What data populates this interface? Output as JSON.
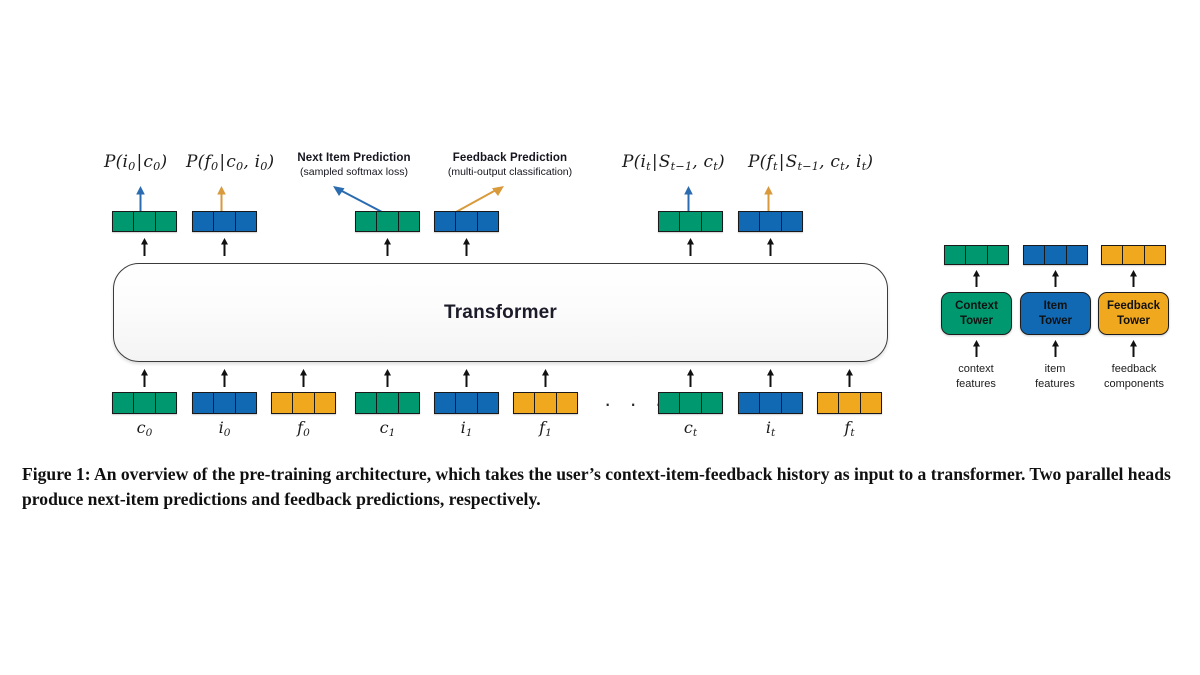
{
  "figure": {
    "caption": "Figure 1: An overview of the pre-training architecture, which takes the user’s context-item-feedback history as input to a transformer. Two parallel heads produce next-item predictions and feedback predictions, respectively.",
    "transformer_label": "Transformer",
    "sequence_ellipsis": "· · ·"
  },
  "colors": {
    "context_green": "#00996f",
    "item_blue": "#1168b3",
    "feedback_orange": "#f0a81e",
    "arrow_blue": "#2b6cb0",
    "arrow_orange": "#d99a3c",
    "outline": "#1a1a1a"
  },
  "output_heads": [
    {
      "id": "head-i0",
      "probability": "P(i0|c0)",
      "token_color": "context_green",
      "arrow_color": "arrow_blue"
    },
    {
      "id": "head-f0",
      "probability": "P(f0|c0, i0)",
      "token_color": "item_blue",
      "arrow_color": "arrow_orange"
    },
    {
      "id": "head-i1",
      "probability": "",
      "token_color": "context_green",
      "arrow_color": "arrow_blue"
    },
    {
      "id": "head-f1",
      "probability": "",
      "token_color": "item_blue",
      "arrow_color": "arrow_orange"
    },
    {
      "id": "head-it",
      "probability": "P(it|St-1, ct)",
      "token_color": "context_green",
      "arrow_color": "arrow_blue"
    },
    {
      "id": "head-ft",
      "probability": "P(ft|St-1, ct, it)",
      "token_color": "item_blue",
      "arrow_color": "arrow_orange"
    }
  ],
  "head_annotations": [
    {
      "id": "next-item-prediction",
      "title": "Next Item Prediction",
      "subtitle": "(sampled softmax loss)",
      "arrow_color": "arrow_blue"
    },
    {
      "id": "feedback-prediction",
      "title": "Feedback Prediction",
      "subtitle": "(multi-output classification)",
      "arrow_color": "arrow_orange"
    }
  ],
  "input_sequence": [
    {
      "id": "c0",
      "label": "c0",
      "type": "context",
      "color": "context_green"
    },
    {
      "id": "i0",
      "label": "i0",
      "type": "item",
      "color": "item_blue"
    },
    {
      "id": "f0",
      "label": "f0",
      "type": "feedback",
      "color": "feedback_orange"
    },
    {
      "id": "c1",
      "label": "c1",
      "type": "context",
      "color": "context_green"
    },
    {
      "id": "i1",
      "label": "i1",
      "type": "item",
      "color": "item_blue"
    },
    {
      "id": "f1",
      "label": "f1",
      "type": "feedback",
      "color": "feedback_orange"
    },
    {
      "id": "ct",
      "label": "ct",
      "type": "context",
      "color": "context_green"
    },
    {
      "id": "it",
      "label": "it",
      "type": "item",
      "color": "item_blue"
    },
    {
      "id": "ft",
      "label": "ft",
      "type": "feedback",
      "color": "feedback_orange"
    }
  ],
  "towers": [
    {
      "id": "context-tower",
      "name_line1": "Context",
      "name_line2": "Tower",
      "color": "context_green",
      "input_line1": "context",
      "input_line2": "features"
    },
    {
      "id": "item-tower",
      "name_line1": "Item",
      "name_line2": "Tower",
      "color": "item_blue",
      "input_line1": "item",
      "input_line2": "features"
    },
    {
      "id": "feedback-tower",
      "name_line1": "Feedback",
      "name_line2": "Tower",
      "color": "feedback_orange",
      "input_line1": "feedback",
      "input_line2": "components"
    }
  ]
}
